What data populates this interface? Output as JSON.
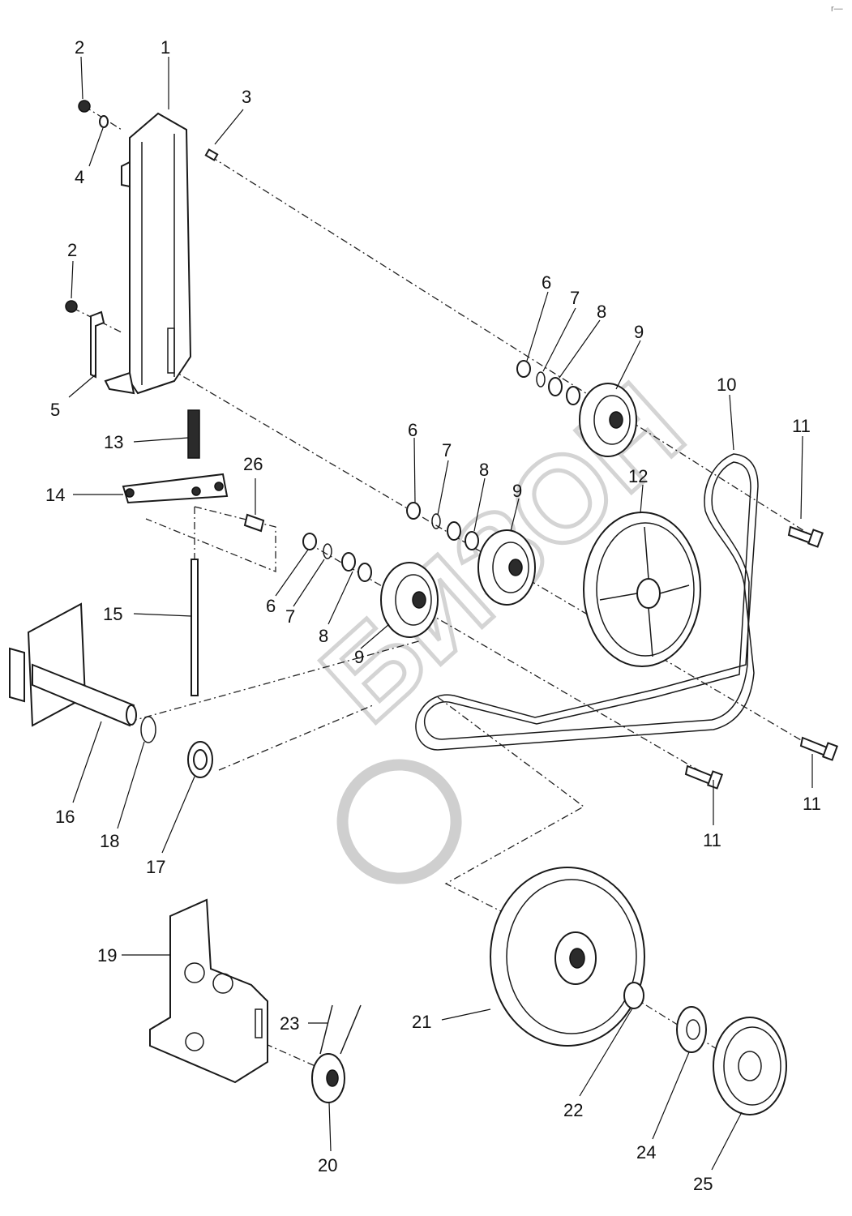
{
  "diagram": {
    "watermark": "БИЗОН",
    "corner_mark": "r—",
    "callouts": {
      "p1": "1",
      "p2a": "2",
      "p2b": "2",
      "p3": "3",
      "p4": "4",
      "p5": "5",
      "p6a": "6",
      "p6b": "6",
      "p6c": "6",
      "p7a": "7",
      "p7b": "7",
      "p7c": "7",
      "p8a": "8",
      "p8b": "8",
      "p8c": "8",
      "p9a": "9",
      "p9b": "9",
      "p9c": "9",
      "p10": "10",
      "p11a": "11",
      "p11b": "11",
      "p11c": "11",
      "p12": "12",
      "p13": "13",
      "p14": "14",
      "p15": "15",
      "p16": "16",
      "p17": "17",
      "p18": "18",
      "p19": "19",
      "p20": "20",
      "p21": "21",
      "p22": "22",
      "p23": "23",
      "p24": "24",
      "p25": "25",
      "p26": "26"
    }
  }
}
